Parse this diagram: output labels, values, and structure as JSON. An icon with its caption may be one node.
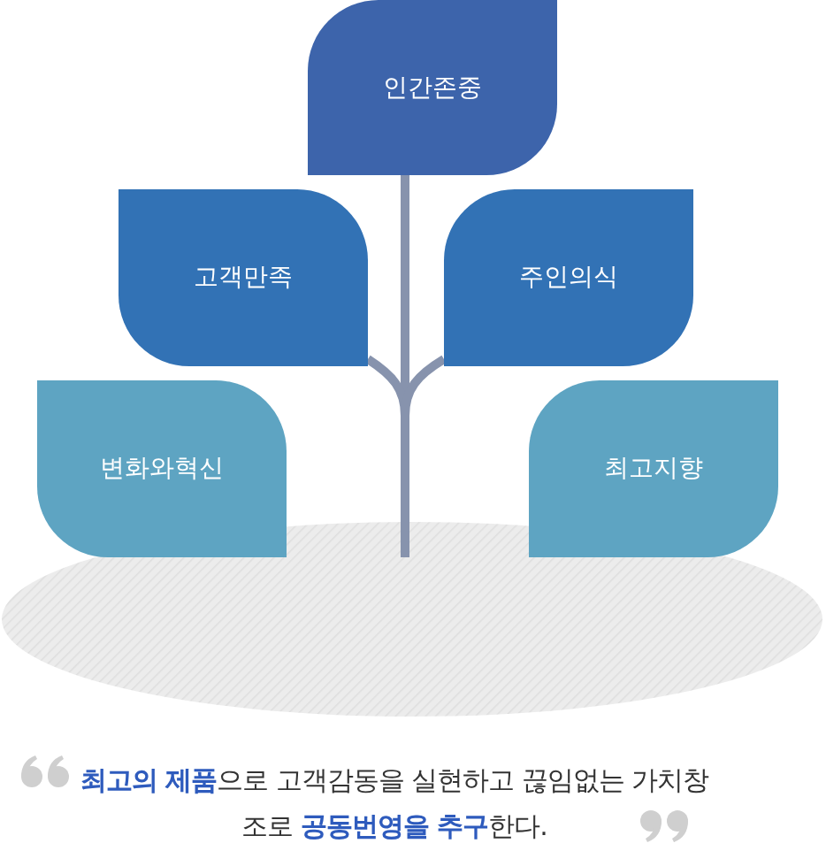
{
  "diagram": {
    "nodes": [
      {
        "text": [
          "인간존중"
        ]
      },
      {
        "text": [
          "고객만족"
        ]
      },
      {
        "text": [
          "주인의식"
        ]
      },
      {
        "text": [
          "변화와혁신"
        ]
      },
      {
        "text": [
          "최고지향"
        ]
      }
    ],
    "labels": [
      "**최고의 제품**으로 고객감동을 실현하고 끊임없는 가치창조로 **공동번영을 추구**한다."
    ]
  }
}
